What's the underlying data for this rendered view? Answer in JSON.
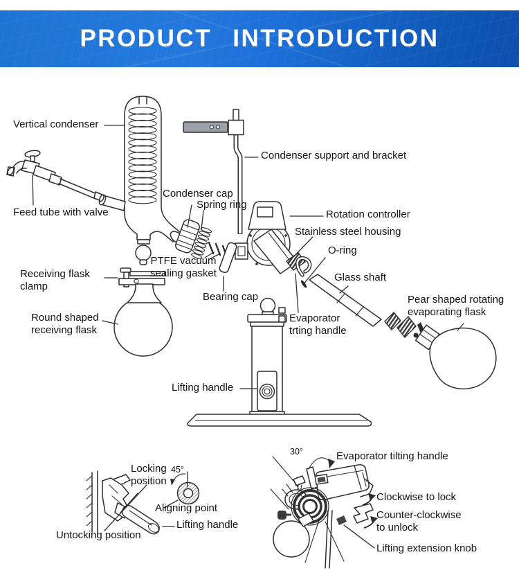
{
  "banner": {
    "title": "PRODUCT INTRODUCTION",
    "bg_color_left": "#1e74d2",
    "bg_color_right": "#0d4fae",
    "text_color": "#ffffff"
  },
  "diagram": {
    "line_color": "#2d2d2d",
    "labels": {
      "vertical_condenser": "Vertical condenser",
      "feed_tube": "Feed tube with valve",
      "condenser_cap": "Condenser cap",
      "spring_ring": "Spring ring",
      "condenser_support": "Condenser support and bracket",
      "rotation_controller": "Rotation controller",
      "stainless_housing": "Stainless steel housing",
      "o_ring": "O-ring",
      "ptfe": "PTFE vacuum\nsealing gasket",
      "glass_shaft": "Glass shaft",
      "receiving_clamp": "Receiving flask\nclamp",
      "round_flask": "Round shaped\nreceiving flask",
      "bearing_cap": "Bearing cap",
      "evaporator_handle": "Evaporator\ntrting handle",
      "pear_flask": "Pear shaped rotating\nevaporating flask",
      "lifting_handle": "Lifting handle"
    }
  },
  "detail_left": {
    "labels": {
      "locking_position": "Locking\nposition",
      "angle": "45°",
      "aligning_point": "Aligning point",
      "lifting_handle": "Lifting handle",
      "unlocking_position": "Untocking position"
    }
  },
  "detail_right": {
    "labels": {
      "angle": "30°",
      "tilting_handle": "Evaporator tilting handle",
      "clockwise": "Clockwise to lock",
      "counter_clockwise": "Counter-clockwise\nto unlock",
      "lifting_knob": "Lifting extension knob"
    }
  }
}
